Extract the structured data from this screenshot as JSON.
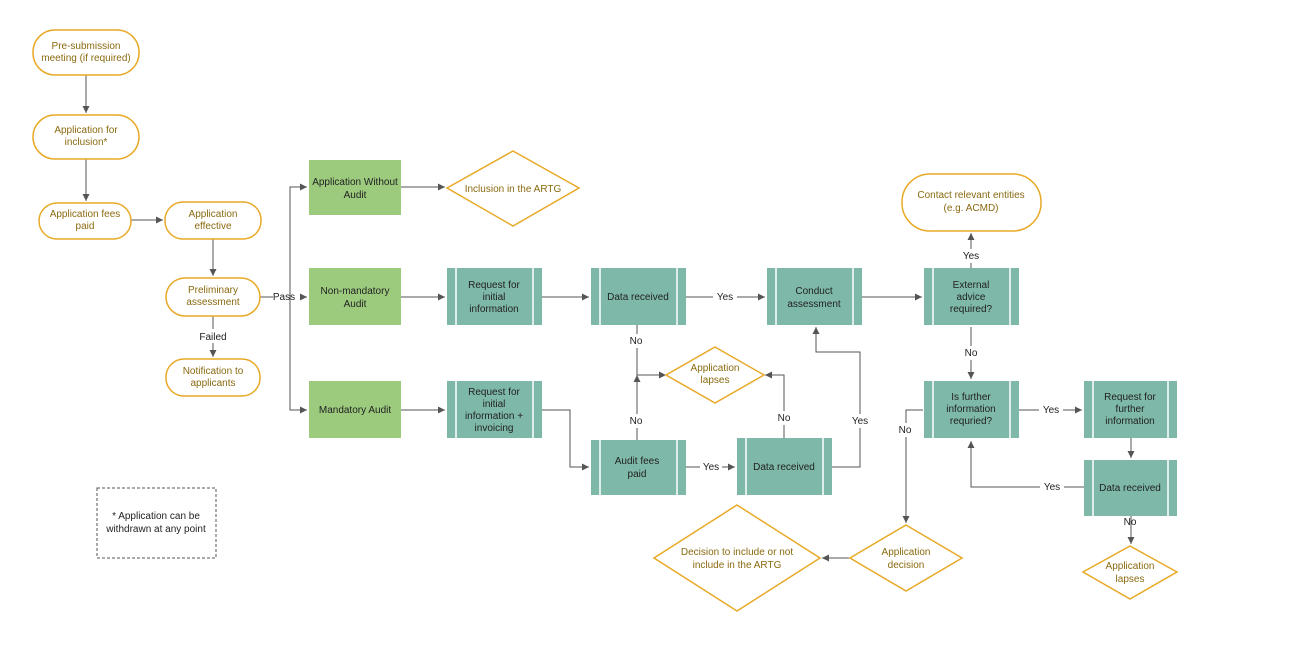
{
  "colors": {
    "terminal_stroke": "#E8A927",
    "terminal_text": "#8A6A10",
    "green_fill": "#9CCB7E",
    "teal_fill": "#7EB8A8",
    "arrow": "#555555"
  },
  "nodes": {
    "pre_submission": [
      "Pre-submission",
      "meeting (if required)"
    ],
    "application_inclusion": [
      "Application for",
      "inclusion*"
    ],
    "fees_paid": [
      "Application fees",
      "paid"
    ],
    "application_effective": [
      "Application",
      "effective"
    ],
    "preliminary": [
      "Preliminary",
      "assessment"
    ],
    "notification": [
      "Notification to",
      "applicants"
    ],
    "without_audit": [
      "Application Without",
      "Audit"
    ],
    "inclusion_artg": [
      "Inclusion in the ARTG"
    ],
    "non_mandatory": [
      "Non-mandatory",
      "Audit"
    ],
    "mandatory": [
      "Mandatory Audit"
    ],
    "request_initial": [
      "Request for",
      "initial",
      "information"
    ],
    "request_invoicing": [
      "Request for",
      "initial",
      "information +",
      "invoicing"
    ],
    "data_received_1": [
      "Data received"
    ],
    "app_lapses_1": [
      "Application",
      "lapses"
    ],
    "audit_fees": [
      "Audit fees",
      "paid"
    ],
    "data_received_2": [
      "Data received"
    ],
    "conduct_assessment": [
      "Conduct",
      "assessment"
    ],
    "contact_entities": [
      "Contact relevant entities",
      "(e.g. ACMD)"
    ],
    "external_advice": [
      "External",
      "advice",
      "required?"
    ],
    "further_info": [
      "Is further",
      "information",
      "requried?"
    ],
    "request_further": [
      "Request for",
      "further",
      "information"
    ],
    "data_received_3": [
      "Data received"
    ],
    "app_lapses_2": [
      "Application",
      "lapses"
    ],
    "app_decision": [
      "Application",
      "decision"
    ],
    "decision_artg": [
      "Decision to include or not",
      "include in the ARTG"
    ],
    "note": [
      "* Application can be",
      "withdrawn at any point"
    ]
  },
  "edge_labels": {
    "pass": "Pass",
    "failed": "Failed",
    "yes_data_conduct": "Yes",
    "no_data1_lapses": "No",
    "no_fees_lapses": "No",
    "yes_fees_data2": "Yes",
    "no_data2_lapses": "No",
    "yes_data2_conduct": "Yes",
    "yes_external_contact": "Yes",
    "no_external_further": "No",
    "yes_further_request": "Yes",
    "no_further_decision": "No",
    "yes_data3_further": "Yes",
    "no_data3_lapses": "No"
  }
}
